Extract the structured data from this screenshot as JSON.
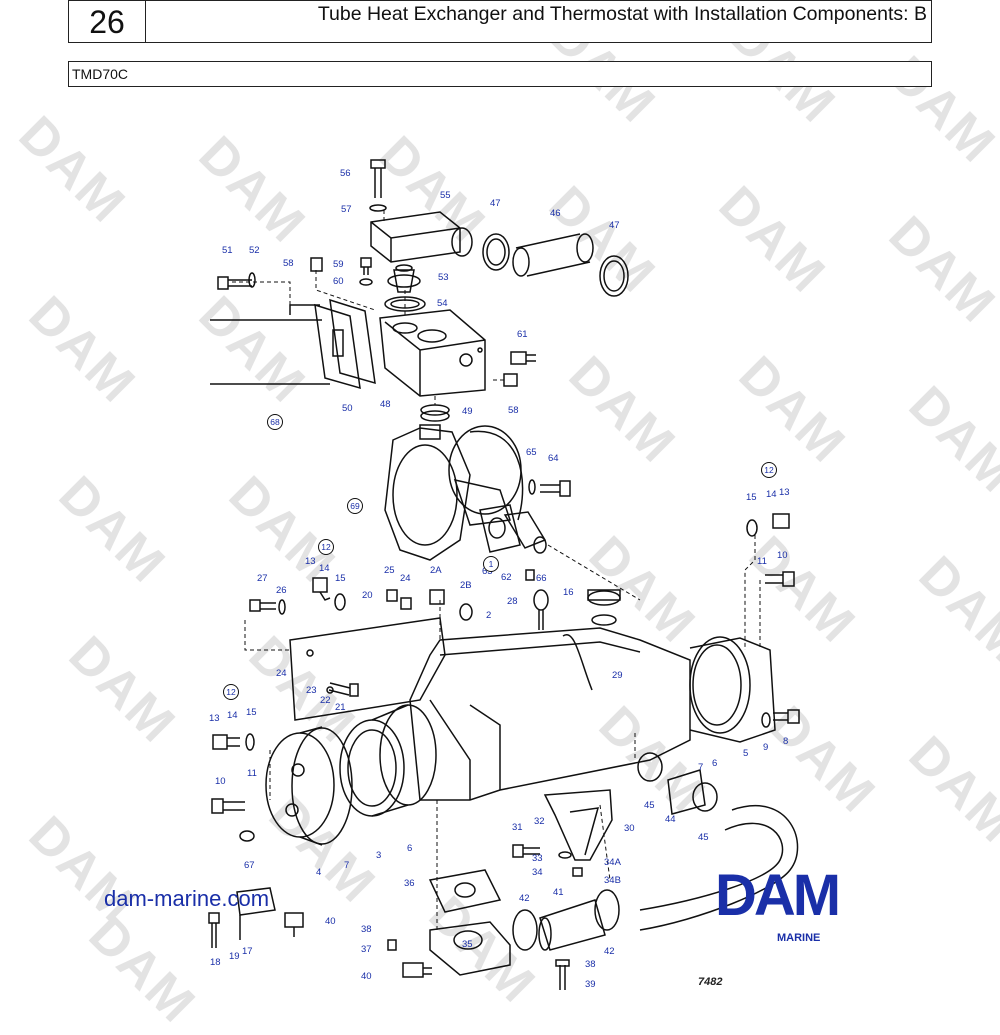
{
  "header": {
    "page_number": "26",
    "title": "Tube Heat Exchanger and Thermostat with Installation Components: B",
    "model": "TMD70C"
  },
  "watermark": "DAM",
  "site": "dam-marine.com",
  "logo": {
    "name": "DAM",
    "sub": "MARINE"
  },
  "drawing_number": "7482",
  "colors": {
    "callout": "#1a2fa8",
    "line": "#111111",
    "watermark": "#e3e3e3"
  },
  "callouts": [
    {
      "id": "56",
      "text": "56"
    },
    {
      "id": "57",
      "text": "57"
    },
    {
      "id": "55",
      "text": "55"
    },
    {
      "id": "47a",
      "text": "47"
    },
    {
      "id": "46",
      "text": "46"
    },
    {
      "id": "47b",
      "text": "47"
    },
    {
      "id": "51",
      "text": "51"
    },
    {
      "id": "52",
      "text": "52"
    },
    {
      "id": "58a",
      "text": "58"
    },
    {
      "id": "59",
      "text": "59"
    },
    {
      "id": "60",
      "text": "60"
    },
    {
      "id": "53",
      "text": "53"
    },
    {
      "id": "54",
      "text": "54"
    },
    {
      "id": "61",
      "text": "61"
    },
    {
      "id": "50",
      "text": "50"
    },
    {
      "id": "48",
      "text": "48"
    },
    {
      "id": "58b",
      "text": "58"
    },
    {
      "id": "49",
      "text": "49"
    },
    {
      "id": "65",
      "text": "65"
    },
    {
      "id": "64",
      "text": "64"
    },
    {
      "id": "63",
      "text": "63"
    },
    {
      "id": "62",
      "text": "62"
    },
    {
      "id": "66",
      "text": "66"
    },
    {
      "id": "15a",
      "text": "15"
    },
    {
      "id": "14a",
      "text": "14"
    },
    {
      "id": "13a",
      "text": "13"
    },
    {
      "id": "11a",
      "text": "11"
    },
    {
      "id": "10a",
      "text": "10"
    },
    {
      "id": "13b",
      "text": "13"
    },
    {
      "id": "14b",
      "text": "14"
    },
    {
      "id": "15b",
      "text": "15"
    },
    {
      "id": "27",
      "text": "27"
    },
    {
      "id": "26",
      "text": "26"
    },
    {
      "id": "25",
      "text": "25"
    },
    {
      "id": "24a",
      "text": "24"
    },
    {
      "id": "2A",
      "text": "2A"
    },
    {
      "id": "2B",
      "text": "2B"
    },
    {
      "id": "20",
      "text": "20"
    },
    {
      "id": "28",
      "text": "28"
    },
    {
      "id": "16",
      "text": "16"
    },
    {
      "id": "2",
      "text": "2"
    },
    {
      "id": "24b",
      "text": "24"
    },
    {
      "id": "23",
      "text": "23"
    },
    {
      "id": "22",
      "text": "22"
    },
    {
      "id": "21",
      "text": "21"
    },
    {
      "id": "29",
      "text": "29"
    },
    {
      "id": "13c",
      "text": "13"
    },
    {
      "id": "14c",
      "text": "14"
    },
    {
      "id": "15c",
      "text": "15"
    },
    {
      "id": "10b",
      "text": "10"
    },
    {
      "id": "11b",
      "text": "11"
    },
    {
      "id": "67",
      "text": "67"
    },
    {
      "id": "9",
      "text": "9"
    },
    {
      "id": "8",
      "text": "8"
    },
    {
      "id": "45a",
      "text": "45"
    },
    {
      "id": "44",
      "text": "44"
    },
    {
      "id": "45b",
      "text": "45"
    },
    {
      "id": "30",
      "text": "30"
    },
    {
      "id": "31",
      "text": "31"
    },
    {
      "id": "32",
      "text": "32"
    },
    {
      "id": "33",
      "text": "33"
    },
    {
      "id": "34",
      "text": "34"
    },
    {
      "id": "34A",
      "text": "34A"
    },
    {
      "id": "34B",
      "text": "34B"
    },
    {
      "id": "36",
      "text": "36"
    },
    {
      "id": "42a",
      "text": "42"
    },
    {
      "id": "41",
      "text": "41"
    },
    {
      "id": "42b",
      "text": "42"
    },
    {
      "id": "40a",
      "text": "40"
    },
    {
      "id": "38a",
      "text": "38"
    },
    {
      "id": "37",
      "text": "37"
    },
    {
      "id": "40b",
      "text": "40"
    },
    {
      "id": "35",
      "text": "35"
    },
    {
      "id": "38b",
      "text": "38"
    },
    {
      "id": "39",
      "text": "39"
    },
    {
      "id": "18",
      "text": "18"
    },
    {
      "id": "19",
      "text": "19"
    },
    {
      "id": "17",
      "text": "17"
    },
    {
      "id": "7a",
      "text": "7"
    },
    {
      "id": "6a",
      "text": "6"
    },
    {
      "id": "5",
      "text": "5"
    },
    {
      "id": "7b",
      "text": "7"
    },
    {
      "id": "3",
      "text": "3"
    },
    {
      "id": "6b",
      "text": "6"
    },
    {
      "id": "4",
      "text": "4"
    }
  ],
  "circled": [
    {
      "id": "c1",
      "text": "1"
    },
    {
      "id": "c12a",
      "text": "12"
    },
    {
      "id": "c12b",
      "text": "12"
    },
    {
      "id": "c12c",
      "text": "12"
    },
    {
      "id": "c68",
      "text": "68"
    },
    {
      "id": "c69",
      "text": "69"
    }
  ]
}
